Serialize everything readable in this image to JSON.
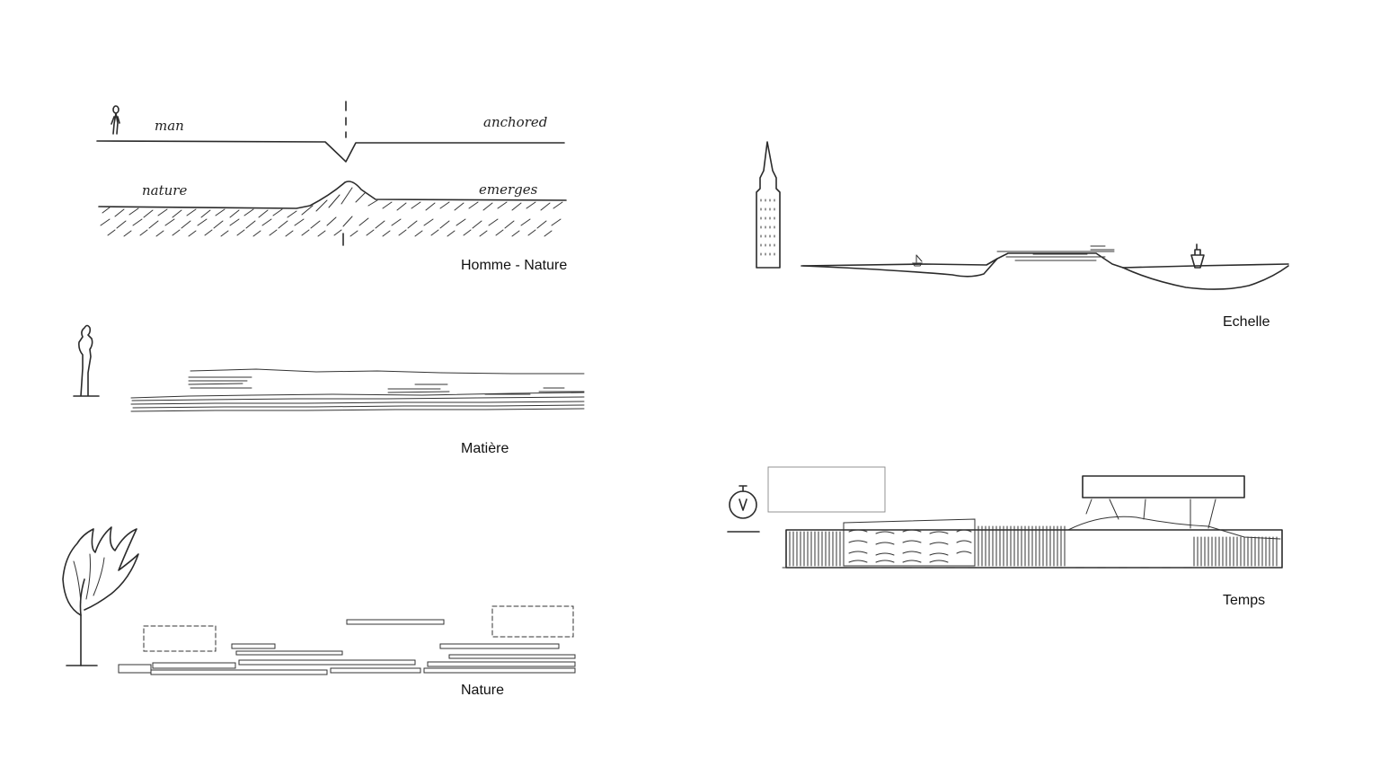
{
  "panels": {
    "homme_nature": {
      "caption": "Homme - Nature",
      "word_man": "man",
      "word_anchored": "anchored",
      "word_nature": "nature",
      "word_emerges": "emerges"
    },
    "matiere": {
      "caption": "Matière"
    },
    "nature": {
      "caption": "Nature"
    },
    "echelle": {
      "caption": "Echelle"
    },
    "temps": {
      "caption": "Temps"
    }
  },
  "colors": {
    "ink": "#2b2b2b",
    "background": "#ffffff"
  }
}
